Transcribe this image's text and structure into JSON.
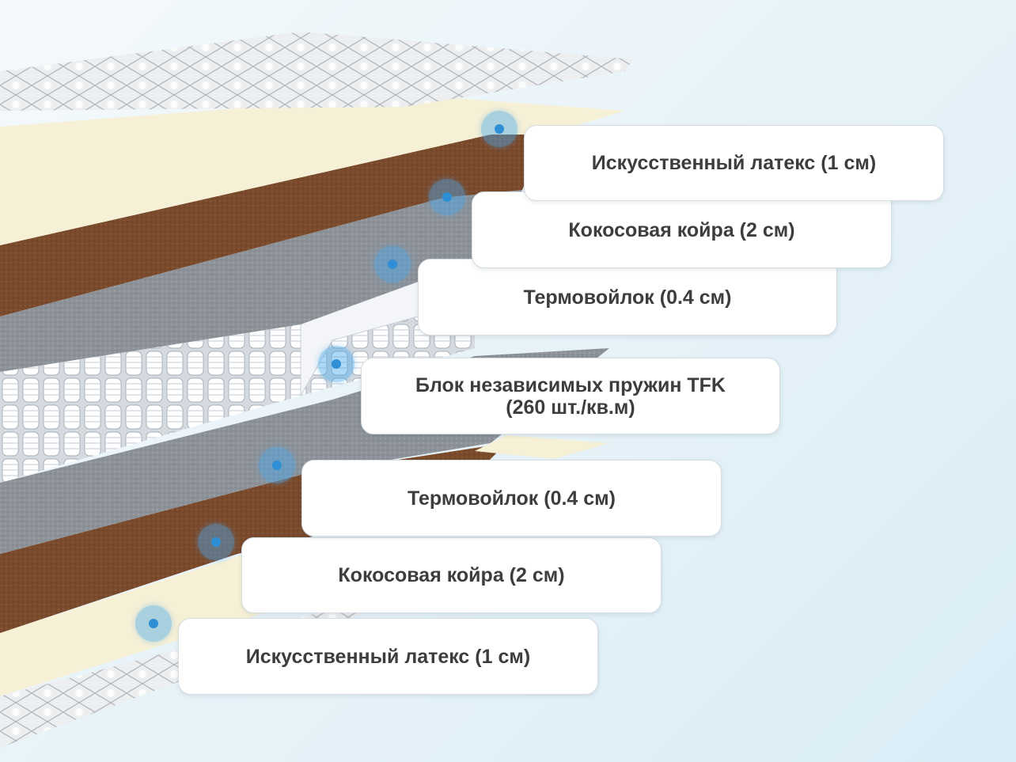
{
  "diagram": {
    "layers": [
      {
        "id": "latex-top",
        "label": "Искусственный латекс (1 см)"
      },
      {
        "id": "coir-top",
        "label": "Кокосовая койра (2 см)"
      },
      {
        "id": "felt-top",
        "label": "Термовойлок (0.4 см)"
      },
      {
        "id": "spring-block",
        "label_line1": "Блок независимых пружин TFK",
        "label_line2": "(260 шт./кв.м)"
      },
      {
        "id": "felt-bottom",
        "label": "Термовойлок (0.4 см)"
      },
      {
        "id": "coir-bottom",
        "label": "Кокосовая койра (2 см)"
      },
      {
        "id": "latex-bottom",
        "label": "Искусственный латекс (1 см)"
      }
    ]
  },
  "colors": {
    "marker": "#4aa8eb",
    "latex": "#f6f0d6",
    "coir": "#7a4a2c",
    "felt": "#8d9299",
    "spring": "#ffffff",
    "cover": "#e9ecef"
  }
}
